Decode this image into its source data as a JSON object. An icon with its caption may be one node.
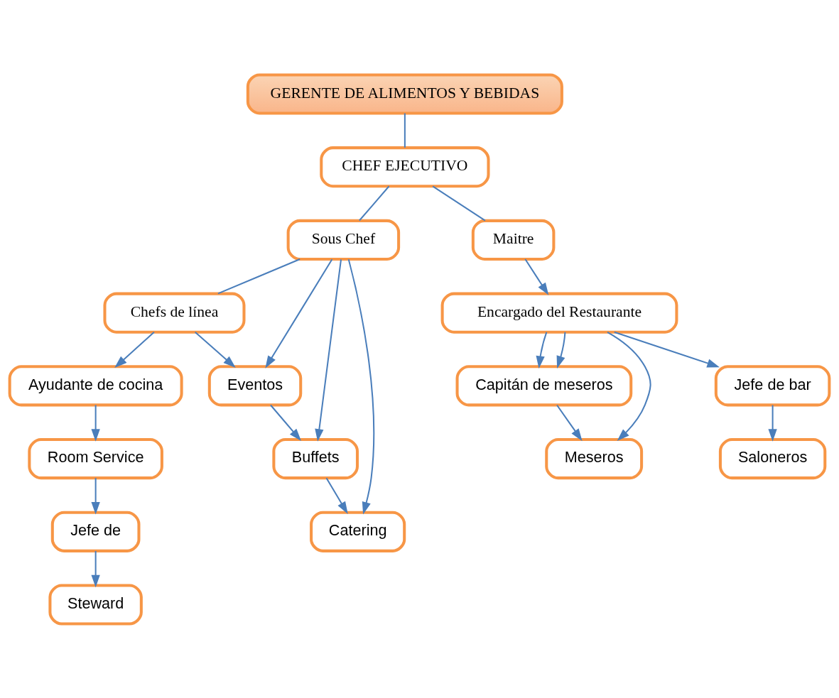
{
  "diagram": {
    "nodes": [
      {
        "text": [
          "GERENTE DE ALIMENTOS Y BEBIDAS"
        ]
      },
      {
        "text": [
          "CHEF EJECUTIVO"
        ]
      },
      {
        "text": [
          "Sous Chef"
        ]
      },
      {
        "text": [
          "Maitre"
        ]
      },
      {
        "text": [
          "Chefs de línea"
        ]
      },
      {
        "text": [
          "Encargado del Restaurante"
        ]
      },
      {
        "text": [
          "Ayudante de cocina"
        ]
      },
      {
        "text": [
          "Eventos"
        ]
      },
      {
        "text": [
          "Capitán de meseros"
        ]
      },
      {
        "text": [
          "Jefe de bar"
        ]
      },
      {
        "text": [
          "Room Service"
        ]
      },
      {
        "text": [
          "Buffets"
        ]
      },
      {
        "text": [
          "Meseros"
        ]
      },
      {
        "text": [
          "Saloneros"
        ]
      },
      {
        "text": [
          "Jefe de"
        ]
      },
      {
        "text": [
          "Catering"
        ]
      },
      {
        "text": [
          "Steward"
        ]
      }
    ],
    "edges": [
      {
        "from": 0,
        "to": 1,
        "arrow": "none"
      },
      {
        "from": 1,
        "to": 2,
        "arrow": "none"
      },
      {
        "from": 1,
        "to": 3,
        "arrow": "none"
      },
      {
        "from": 2,
        "to": 4,
        "arrow": "none"
      },
      {
        "from": 2,
        "to": 7,
        "arrow": "to"
      },
      {
        "from": 2,
        "to": 11,
        "arrow": "to"
      },
      {
        "from": 2,
        "to": 15,
        "arrow": "to"
      },
      {
        "from": 3,
        "to": 5,
        "arrow": "to"
      },
      {
        "from": 4,
        "to": 6,
        "arrow": "to"
      },
      {
        "from": 4,
        "to": 7,
        "arrow": "to"
      },
      {
        "from": 5,
        "to": 8,
        "arrow": "to"
      },
      {
        "from": 5,
        "to": 9,
        "arrow": "to"
      },
      {
        "from": 5,
        "to": 8,
        "arrow": "to"
      },
      {
        "from": 5,
        "to": 12,
        "arrow": "to"
      },
      {
        "from": 6,
        "to": 10,
        "arrow": "to"
      },
      {
        "from": 7,
        "to": 11,
        "arrow": "to"
      },
      {
        "from": 8,
        "to": 12,
        "arrow": "to"
      },
      {
        "from": 9,
        "to": 13,
        "arrow": "to"
      },
      {
        "from": 10,
        "to": 14,
        "arrow": "to"
      },
      {
        "from": 11,
        "to": 15,
        "arrow": "to"
      },
      {
        "from": 14,
        "to": 16,
        "arrow": "to"
      }
    ]
  }
}
